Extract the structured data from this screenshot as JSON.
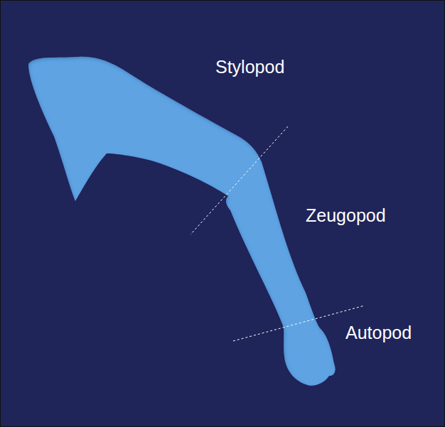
{
  "diagram": {
    "labels": [
      "Stylopod",
      "Zeugopod",
      "Autopod"
    ]
  }
}
